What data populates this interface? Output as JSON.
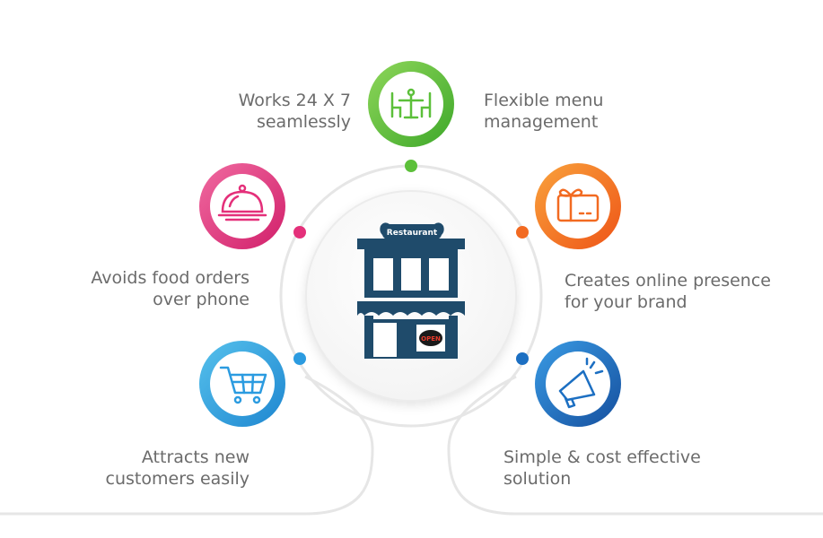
{
  "center": {
    "sign_text": "Restaurant",
    "badge_text": "OPEN"
  },
  "features": [
    {
      "id": "works-24x7",
      "lines": [
        "Works 24 X 7",
        "seamlessly"
      ],
      "icon": "dining-table-icon",
      "color": "#5cc03a"
    },
    {
      "id": "flexible-menu",
      "lines": [
        "Flexible menu",
        "management"
      ],
      "icon": "dining-table-icon",
      "color": "#5cc03a"
    },
    {
      "id": "avoids-phone-orders",
      "lines": [
        "Avoids food orders",
        "over phone"
      ],
      "icon": "food-cloche-icon",
      "color": "#e4307a"
    },
    {
      "id": "online-presence",
      "lines": [
        "Creates online presence",
        "for your brand"
      ],
      "icon": "gift-card-icon",
      "color": "#f26a21"
    },
    {
      "id": "attracts-customers",
      "lines": [
        "Attracts new",
        "customers easily"
      ],
      "icon": "shopping-cart-icon",
      "color": "#2b9be0"
    },
    {
      "id": "cost-effective",
      "lines": [
        "Simple & cost effective",
        "solution"
      ],
      "icon": "megaphone-icon",
      "color": "#1c6fc2"
    }
  ],
  "colors": {
    "green": "#5cc03a",
    "pink": "#e4307a",
    "orange": "#f26a21",
    "light_blue": "#2b9be0",
    "dark_blue": "#1c6fc2",
    "building": "#1f4b6b",
    "label": "#6b6b6b",
    "line": "#e6e6e6"
  }
}
